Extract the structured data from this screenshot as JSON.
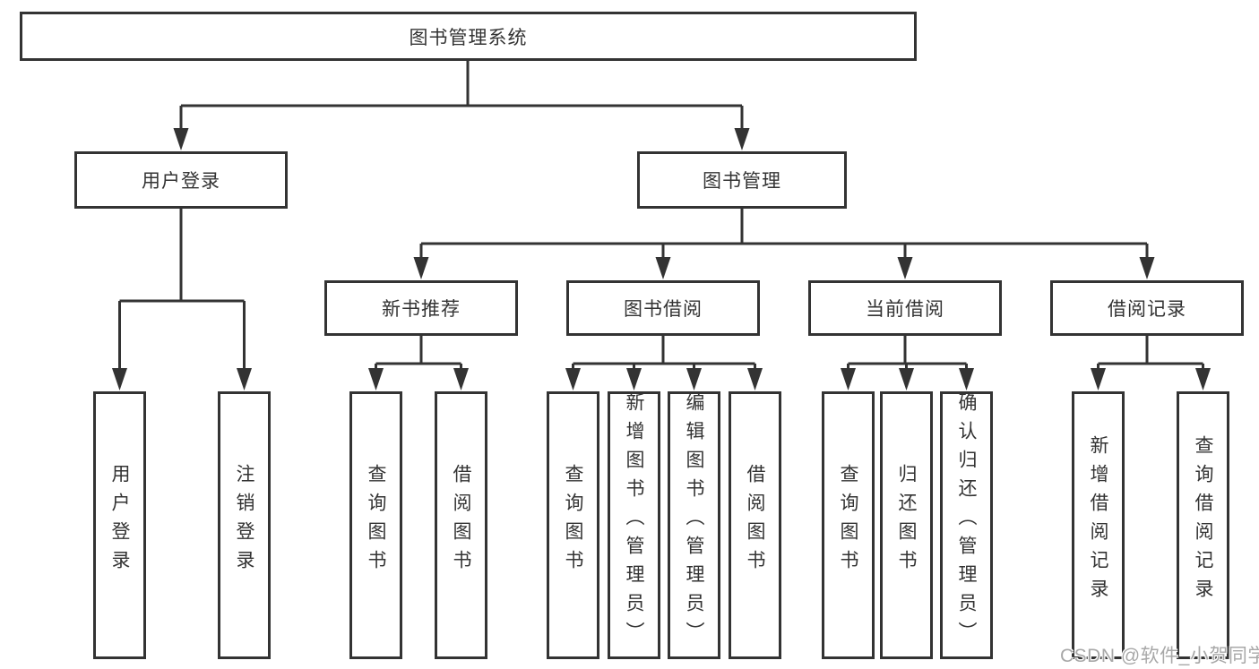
{
  "tree": {
    "root": {
      "label": "图书管理系统"
    },
    "branches": {
      "user_login": {
        "label": "用户登录",
        "parent": "root"
      },
      "book_management": {
        "label": "图书管理",
        "parent": "root"
      }
    },
    "modules": {
      "new_book_recommend": {
        "label": "新书推荐",
        "parent": "book_management"
      },
      "book_borrowing": {
        "label": "图书借阅",
        "parent": "book_management"
      },
      "current_borrowing": {
        "label": "当前借阅",
        "parent": "book_management"
      },
      "borrowing_records": {
        "label": "借阅记录",
        "parent": "book_management"
      }
    },
    "functions": {
      "user_login_fn": {
        "label": "用户登录",
        "parent": "user_login"
      },
      "logout_fn": {
        "label": "注销登录",
        "parent": "user_login"
      },
      "query_books_recommend": {
        "label": "查询图书",
        "parent": "new_book_recommend"
      },
      "borrow_books_recommend": {
        "label": "借阅图书",
        "parent": "new_book_recommend"
      },
      "query_books_borrowing": {
        "label": "查询图书",
        "parent": "book_borrowing"
      },
      "add_books_admin": {
        "label": "新增图书（管理员）",
        "parent": "book_borrowing"
      },
      "edit_books_admin": {
        "label": "编辑图书（管理员）",
        "parent": "book_borrowing"
      },
      "borrow_books_borrowing": {
        "label": "借阅图书",
        "parent": "book_borrowing"
      },
      "query_books_current": {
        "label": "查询图书",
        "parent": "current_borrowing"
      },
      "return_books": {
        "label": "归还图书",
        "parent": "current_borrowing"
      },
      "confirm_return_admin": {
        "label": "确认归还（管理员）",
        "parent": "current_borrowing"
      },
      "add_borrow_record": {
        "label": "新增借阅记录",
        "parent": "borrowing_records"
      },
      "query_borrow_record": {
        "label": "查询借阅记录",
        "parent": "borrowing_records"
      }
    }
  },
  "watermark": {
    "text": "CSDN @软件_小贺同学"
  },
  "colors": {
    "line": "#333333",
    "text": "#333333",
    "node_background": "#ffffff",
    "watermark_text": "#a8a8a8"
  }
}
